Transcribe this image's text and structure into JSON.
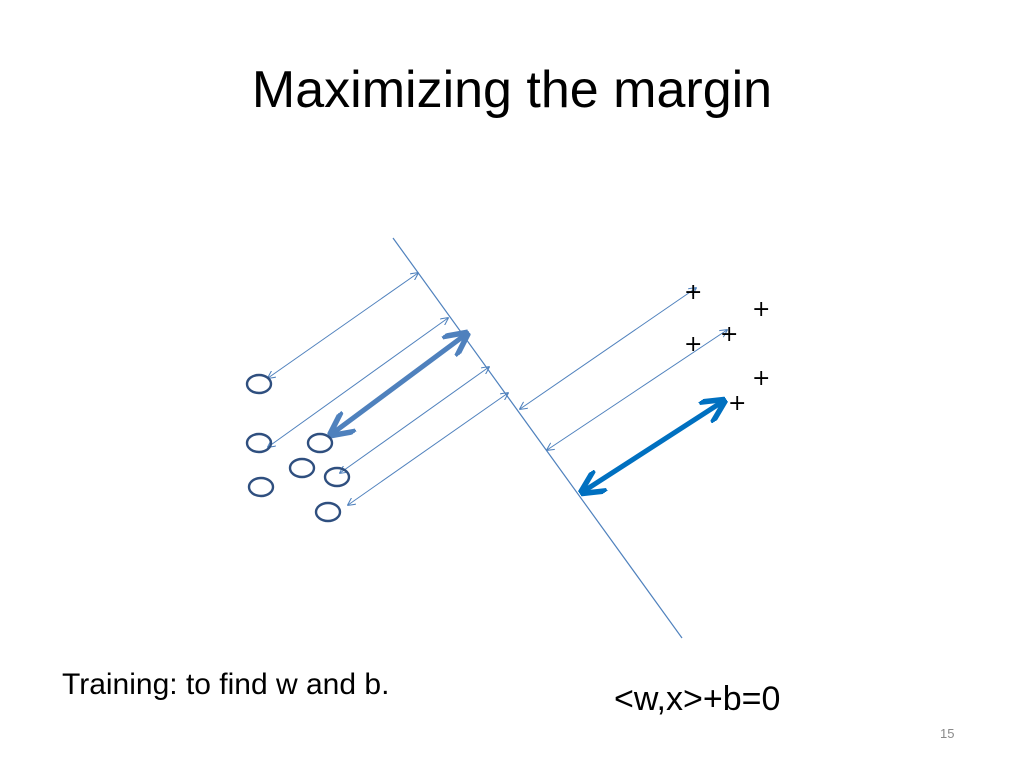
{
  "slide": {
    "title": "Maximizing the margin",
    "caption": "Training: to find w and b.",
    "equation": "<w,x>+b=0",
    "slide_number": "15"
  },
  "diagram": {
    "positive_marker": "+",
    "colors": {
      "hyperplane": "#4f81bd",
      "thin_arrow": "#4f81bd",
      "negative_margin_arrow": "#4f81bd",
      "positive_margin_arrow": "#0070c0",
      "negative_point_stroke": "#2f4f7f"
    }
  }
}
